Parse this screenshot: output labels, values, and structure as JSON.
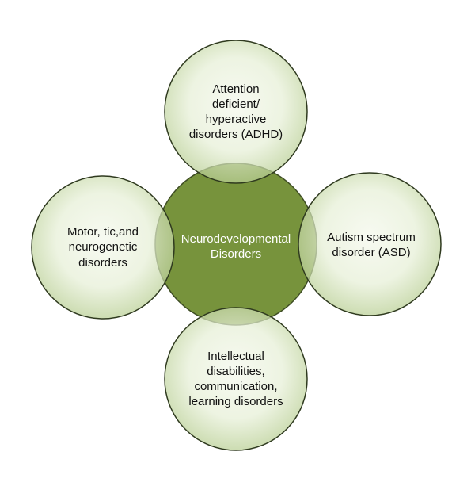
{
  "diagram": {
    "center": {
      "label": "Neurodevelopmental\nDisorders"
    },
    "nodes": [
      {
        "id": "top",
        "label": "Attention\ndeficient/\nhyperactive\ndisorders (ADHD)"
      },
      {
        "id": "right",
        "label": "Autism spectrum\ndisorder (ASD)"
      },
      {
        "id": "bottom",
        "label": "Intellectual\ndisabilities,\ncommunication,\nlearning disorders"
      },
      {
        "id": "left",
        "label": "Motor, tic,and\nneurogenetic\ndisorders"
      }
    ],
    "colors": {
      "center_fill": "#77933c",
      "outer_fill": "#eaf1dd",
      "outer_fill_edge": "#b9cf94",
      "stroke": "#2f3a1f"
    }
  }
}
